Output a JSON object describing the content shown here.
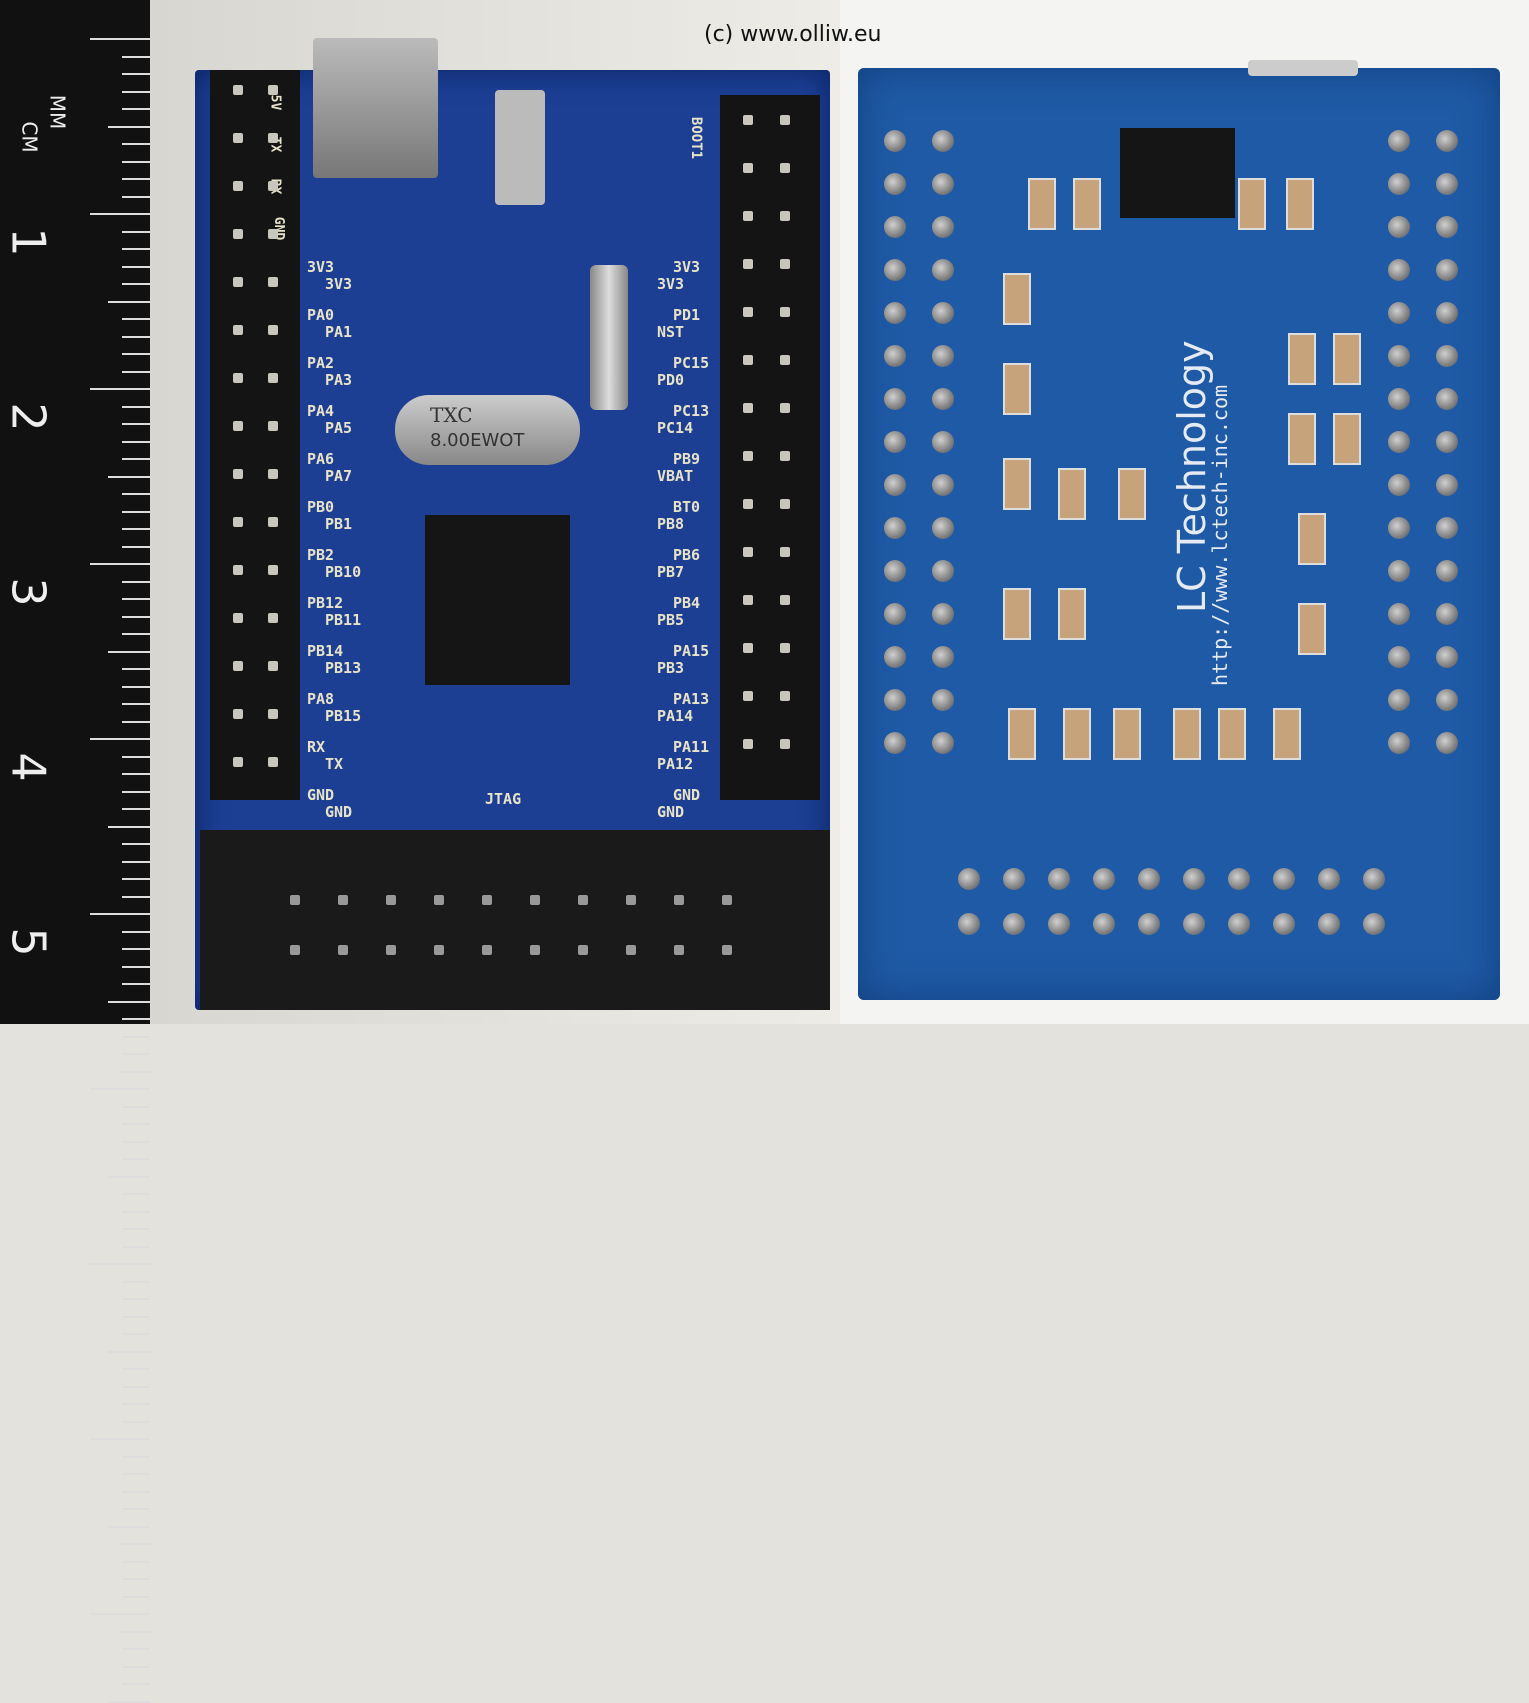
{
  "watermark": "(c) www.olliw.eu",
  "ruler": {
    "unit_mm": "MM",
    "unit_cm": "CM",
    "numbers": [
      "1",
      "2",
      "3",
      "4",
      "5"
    ]
  },
  "left_board": {
    "crystal_label": "TXC",
    "crystal_freq": "8.00EWOT",
    "jtag_label": "JTAG",
    "left_pins_outer": [
      "3V3",
      "PA0",
      "PA2",
      "PA4",
      "PA6",
      "PB0",
      "PB2",
      "PB12",
      "PB14",
      "PA8",
      "RX",
      "GND"
    ],
    "left_pins_inner": [
      "3V3",
      "PA1",
      "PA3",
      "PA5",
      "PA7",
      "PB1",
      "PB10",
      "PB11",
      "PB13",
      "PB15",
      "TX",
      "GND"
    ],
    "right_pins_outer": [
      "3V3",
      "PD1",
      "PC15",
      "PC13",
      "PB9",
      "BT0",
      "PB6",
      "PB4",
      "PA15",
      "PA13",
      "PA11",
      "GND"
    ],
    "right_pins_inner": [
      "3V3",
      "NST",
      "PD0",
      "PC14",
      "VBAT",
      "PB8",
      "PB7",
      "PB5",
      "PB3",
      "PA14",
      "PA12",
      "GND"
    ],
    "serial_labels": [
      "5V",
      "TX",
      "RX",
      "GND"
    ],
    "boot_label": "BOOT1"
  },
  "right_board": {
    "brand": "LC Technology",
    "url": "http://www.lctech-inc.com"
  },
  "colors": {
    "board_top": "#1c3f94",
    "board_bottom": "#1f5aa6"
  }
}
